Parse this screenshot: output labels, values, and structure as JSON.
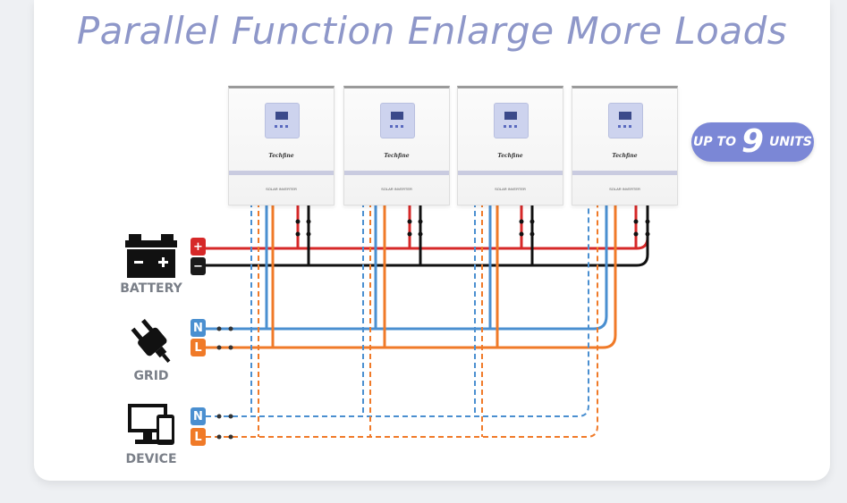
{
  "title": "Parallel Function Enlarge More Loads",
  "badge": {
    "prefix": "UP TO",
    "number": "9",
    "suffix": "UNITS"
  },
  "inverters": [
    {
      "brand": "Techfine",
      "model": "SOLAR INVERTER"
    },
    {
      "brand": "Techfine",
      "model": "SOLAR INVERTER"
    },
    {
      "brand": "Techfine",
      "model": "SOLAR INVERTER"
    },
    {
      "brand": "Techfine",
      "model": "SOLAR INVERTER"
    }
  ],
  "sources": {
    "battery": {
      "label": "BATTERY",
      "positive": "+",
      "negative": "−"
    },
    "grid": {
      "label": "GRID",
      "neutral": "N",
      "live": "L"
    },
    "device": {
      "label": "DEVICE",
      "neutral": "N",
      "live": "L"
    }
  },
  "colors": {
    "positive": "#d62828",
    "negative": "#111111",
    "neutral": "#4a8fd0",
    "live": "#f07a28",
    "title": "#8e97c9",
    "badge": "#7b87d6",
    "terminal_negative": "#1a1a1a"
  },
  "icons": [
    "battery-icon",
    "plug-icon",
    "monitor-phone-icon"
  ]
}
